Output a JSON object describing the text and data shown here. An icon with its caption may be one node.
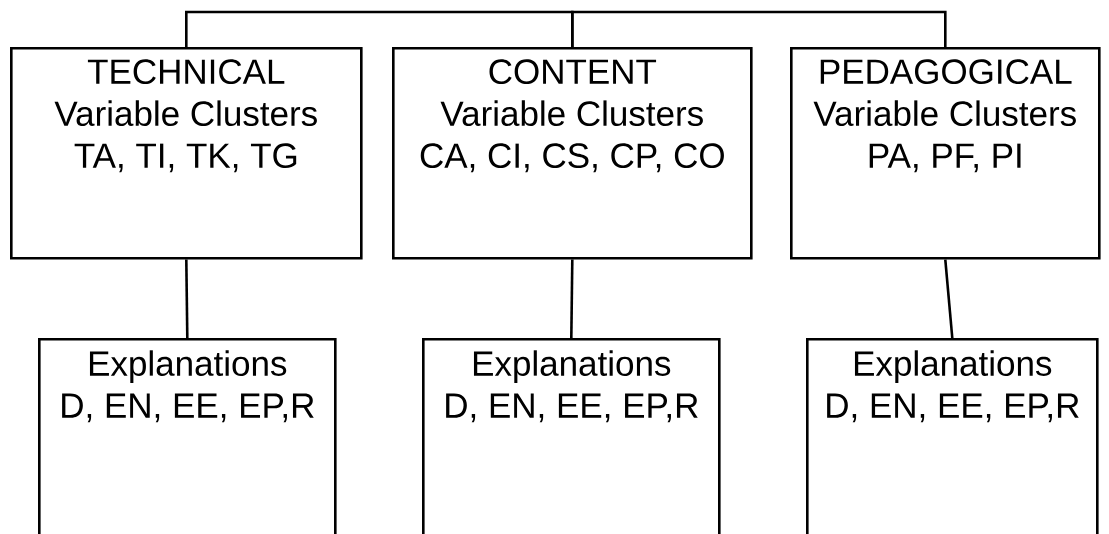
{
  "diagram": {
    "nodes": [
      {
        "text": [
          "TECHNICAL",
          "Variable Clusters",
          "TA, TI, TK, TG"
        ]
      },
      {
        "text": [
          "CONTENT",
          "Variable Clusters",
          "CA, CI, CS, CP, CO"
        ]
      },
      {
        "text": [
          "PEDAGOGICAL",
          "Variable Clusters",
          "PA, PF, PI"
        ]
      },
      {
        "text": [
          "Explanations",
          "D, EN, EE, EP,R"
        ]
      },
      {
        "text": [
          "Explanations",
          "D, EN, EE, EP,R"
        ]
      },
      {
        "text": [
          "Explanations",
          "D, EN, EE, EP,R"
        ]
      }
    ],
    "edges": [
      {
        "from": 0,
        "to": 1,
        "arrow": "none"
      },
      {
        "from": 1,
        "to": 2,
        "arrow": "none"
      },
      {
        "from": 0,
        "to": 3,
        "arrow": "none"
      },
      {
        "from": 1,
        "to": 4,
        "arrow": "none"
      },
      {
        "from": 2,
        "to": 5,
        "arrow": "none"
      }
    ]
  }
}
